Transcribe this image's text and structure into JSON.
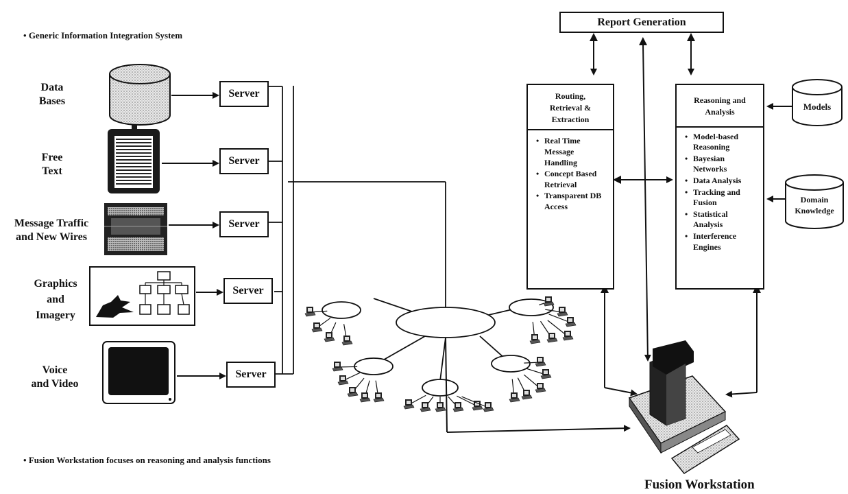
{
  "header": {
    "bullet_top": "Generic Information Integration System",
    "bullet_bottom": "Fusion Workstation focuses on reasoning and analysis functions"
  },
  "sources": [
    {
      "label_line1": "Data",
      "label_line2": "Bases",
      "label_line3": "",
      "icon": "database-cylinder-icon"
    },
    {
      "label_line1": "Free",
      "label_line2": "Text",
      "label_line3": "",
      "icon": "text-document-icon"
    },
    {
      "label_line1": "Message Traffic",
      "label_line2": "and New Wires",
      "label_line3": "",
      "icon": "message-terminal-icon"
    },
    {
      "label_line1": "Graphics",
      "label_line2": "and",
      "label_line3": "Imagery",
      "icon": "graphics-imagery-icon"
    },
    {
      "label_line1": "Voice",
      "label_line2": "and Video",
      "label_line3": "",
      "icon": "video-monitor-icon"
    }
  ],
  "server_label": "Server",
  "report": {
    "label": "Report Generation"
  },
  "routing": {
    "title_line1": "Routing,",
    "title_line2": "Retrieval &",
    "title_line3": "Extraction",
    "items": [
      "Real Time Message Handling",
      "Concept Based Retrieval",
      "Transparent DB Access"
    ]
  },
  "reasoning": {
    "title_line1": "Reasoning and",
    "title_line2": "Analysis",
    "items": [
      "Model-based Reasoning",
      "Bayesian Networks",
      "Data Analysis",
      "Tracking and Fusion",
      "Statistical Analysis",
      "Interference Engines"
    ]
  },
  "models": {
    "label": "Models"
  },
  "domain_knowledge": {
    "label_line1": "Domain",
    "label_line2": "Knowledge"
  },
  "workstation": {
    "caption": "Fusion Workstation",
    "icon": "workstation-computer-icon"
  },
  "network": {
    "icon": "network-hub-icon",
    "terminal_icon": "terminal-node-icon"
  }
}
